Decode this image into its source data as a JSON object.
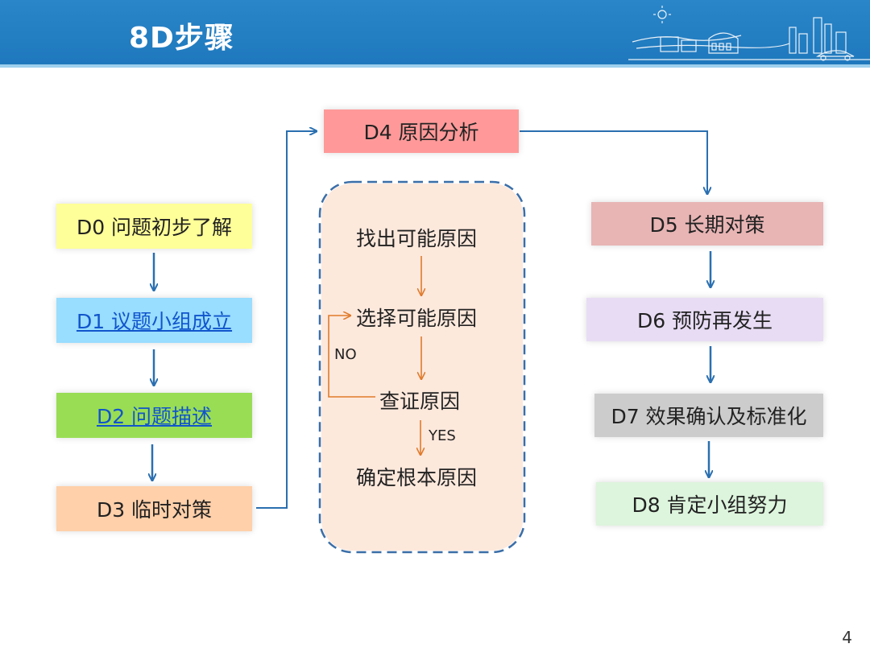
{
  "slide": {
    "title": "8D步骤",
    "page_number": "4"
  },
  "left_column": [
    {
      "label": "D0 问题初步了解",
      "color": "#ffff99"
    },
    {
      "label": "D1 议题小组成立",
      "color": "#99ddff"
    },
    {
      "label": "D2 问题描述",
      "color": "#99dd55"
    },
    {
      "label": "D3 临时对策",
      "color": "#ffd0aa"
    }
  ],
  "middle": {
    "d4_label": "D4 原因分析",
    "d4_color": "#ff9999",
    "panel_color": "#fde8dc",
    "steps": [
      "找出可能原因",
      "选择可能原因",
      "查证原因",
      "确定根本原因"
    ],
    "no_label": "NO",
    "yes_label": "YES"
  },
  "right_column": [
    {
      "label": "D5 长期对策",
      "color": "#e8b4b4"
    },
    {
      "label": "D6 预防再发生",
      "color": "#e8dcf4"
    },
    {
      "label": "D7 效果确认及标准化",
      "color": "#cccccc"
    },
    {
      "label": "D8 肯定小组努力",
      "color": "#ddf4dd"
    }
  ]
}
